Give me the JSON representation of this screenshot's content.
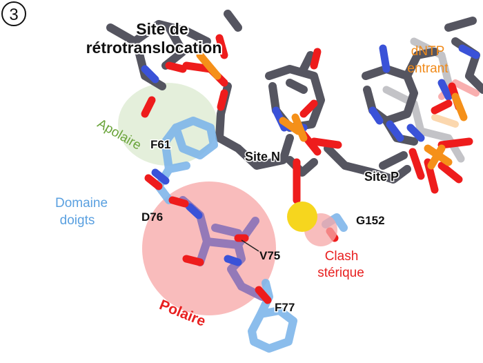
{
  "panel_number": "3",
  "labels": {
    "site_retro_line1": "Site de",
    "site_retro_line2": "rétrotranslocation",
    "dntp_line1": "dNTP",
    "dntp_line2": "entrant",
    "apolaire": "Apolaire",
    "f61": "F61",
    "site_n": "Site N",
    "site_p": "Site P",
    "domaine_line1": "Domaine",
    "domaine_line2": "doigts",
    "d76": "D76",
    "g152": "G152",
    "v75": "V75",
    "clash_line1": "Clash",
    "clash_line2": "stérique",
    "polaire": "Polaire",
    "f77": "F77"
  },
  "colors": {
    "carbon_dna": "#555560",
    "carbon_protein": "#7fb6ea",
    "carbon_ligand": "#8a72b8",
    "nitrogen": "#3a52d8",
    "oxygen": "#ee1c1c",
    "phosphorus": "#f59019",
    "apolar_zone": "#dbe9cf",
    "polar_zone": "#f6a0a0",
    "clash_zone": "#f6a7a7",
    "clash_atom": "#f6d61e",
    "label_green": "#6aa43a",
    "label_orange": "#f08a1a",
    "label_blue": "#5aa0e0",
    "label_red": "#e82020"
  }
}
